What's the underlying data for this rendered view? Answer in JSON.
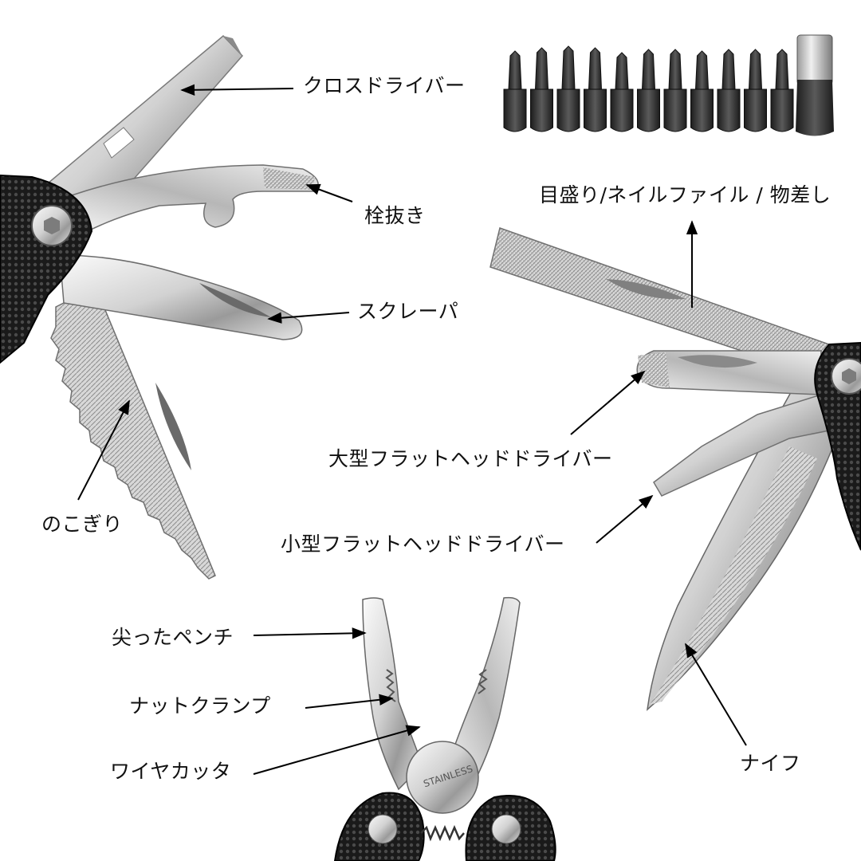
{
  "labels": {
    "phillips": "クロスドライバー",
    "bottle_opener": "栓抜き",
    "scraper": "スクレーパ",
    "saw": "のこぎり",
    "ruler_file": "目盛り/ネイルファイル / 物差し",
    "large_flat": "大型フラットヘッドドライバー",
    "small_flat": "小型フラットヘッドドライバー",
    "pliers": "尖ったペンチ",
    "nut_clamp": "ナットクランプ",
    "wire_cutter": "ワイヤカッタ",
    "knife": "ナイフ"
  },
  "stamp_text": "STAINLESS",
  "bit_count": 12,
  "colors": {
    "steel_light": "#f2f2f2",
    "steel_mid": "#c4c4c4",
    "steel_dark": "#7a7a7a",
    "handle": "#1a1a1a",
    "handle_texture": "#4a4a4a",
    "text": "#111111",
    "arrow": "#000000"
  }
}
